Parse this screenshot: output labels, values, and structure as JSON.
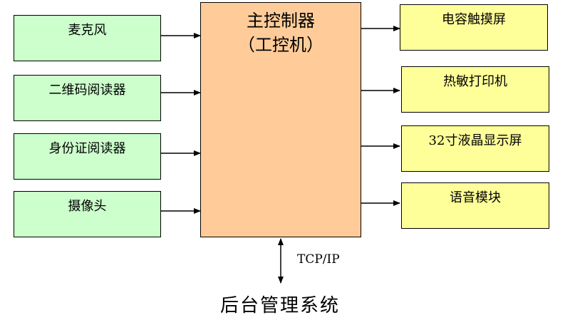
{
  "inputs": [
    "麦克风",
    "二维码阅读器",
    "身份证阅读器",
    "摄像头"
  ],
  "main": {
    "line1": "主控制器",
    "line2": "（工控机）"
  },
  "outputs": [
    "电容触摸屏",
    "热敏打印机",
    "32寸液晶显示屏",
    "语音模块"
  ],
  "link_label": "TCP/IP",
  "backend": "后台管理系统",
  "colors": {
    "input_fill": "#ccffcc",
    "main_fill": "#ffcc99",
    "output_fill": "#ffff99",
    "line": "#000000"
  }
}
